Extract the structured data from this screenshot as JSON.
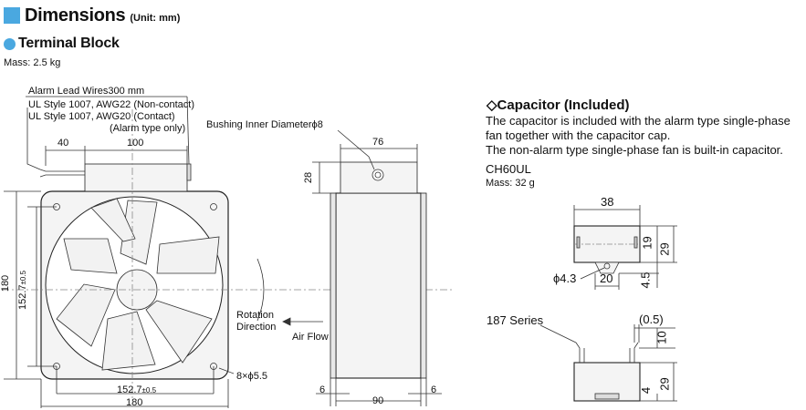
{
  "header": {
    "title": "Dimensions",
    "unit": "(Unit: mm)"
  },
  "terminal": {
    "title": "Terminal Block",
    "mass": "Mass: 2.5 kg",
    "alarm_lead": "Alarm Lead Wires300 mm",
    "ul1": "UL Style 1007, AWG22 (Non-contact)",
    "ul2": "UL Style 1007, AWG20 (Contact)",
    "alarm_only": "(Alarm type only)",
    "bushing": "Bushing Inner Diameterϕ8",
    "dim_40": "40",
    "dim_100": "100",
    "dim_76": "76",
    "dim_28": "28",
    "dim_180_v": "180",
    "dim_1527_v": "152.7",
    "tol_v": "±0.5",
    "rotation": "Rotation",
    "direction": "Direction",
    "airflow": "Air Flow",
    "holes": "8×ϕ5.5",
    "dim_1527_h": "152.7",
    "tol_h": "±0.5",
    "dim_180_h": "180",
    "dim_6a": "6",
    "dim_90": "90",
    "dim_6b": "6"
  },
  "capacitor": {
    "title": "◇Capacitor (Included)",
    "desc1": "The capacitor is included with the alarm type single-phase",
    "desc2": "fan together with the capacitor cap.",
    "desc3": "The non-alarm type single-phase fan is built-in capacitor.",
    "model": "CH60UL",
    "mass": "Mass: 32 g",
    "dim_38": "38",
    "dim_19": "19",
    "dim_29": "29",
    "phi": "ϕ4.3",
    "dim_20": "20",
    "dim_45": "4.5",
    "series": "187 Series",
    "dim_05": "(0.5)",
    "dim_10": "10",
    "dim_4": "4",
    "dim_29b": "29"
  },
  "colors": {
    "accent": "#4aa8e0"
  }
}
